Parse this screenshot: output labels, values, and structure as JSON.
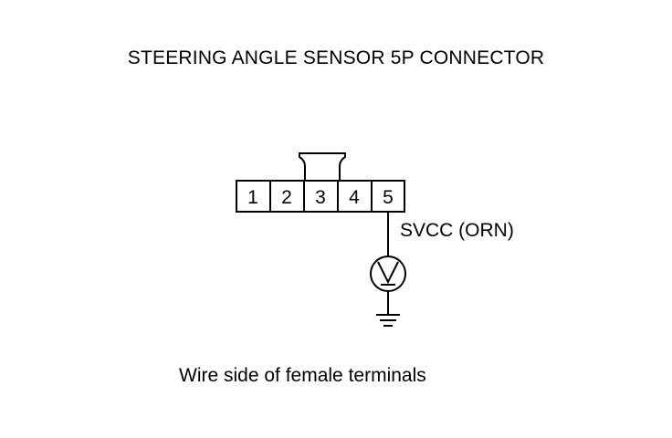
{
  "title": "STEERING ANGLE SENSOR 5P CONNECTOR",
  "connector": {
    "pins": [
      "1",
      "2",
      "3",
      "4",
      "5"
    ]
  },
  "wire_label": "SVCC (ORN)",
  "meter_symbol": "V",
  "caption": "Wire side of female terminals",
  "icons": [
    "voltmeter-icon",
    "ground-icon"
  ],
  "colors": {
    "line": "#000000",
    "background": "#ffffff"
  }
}
